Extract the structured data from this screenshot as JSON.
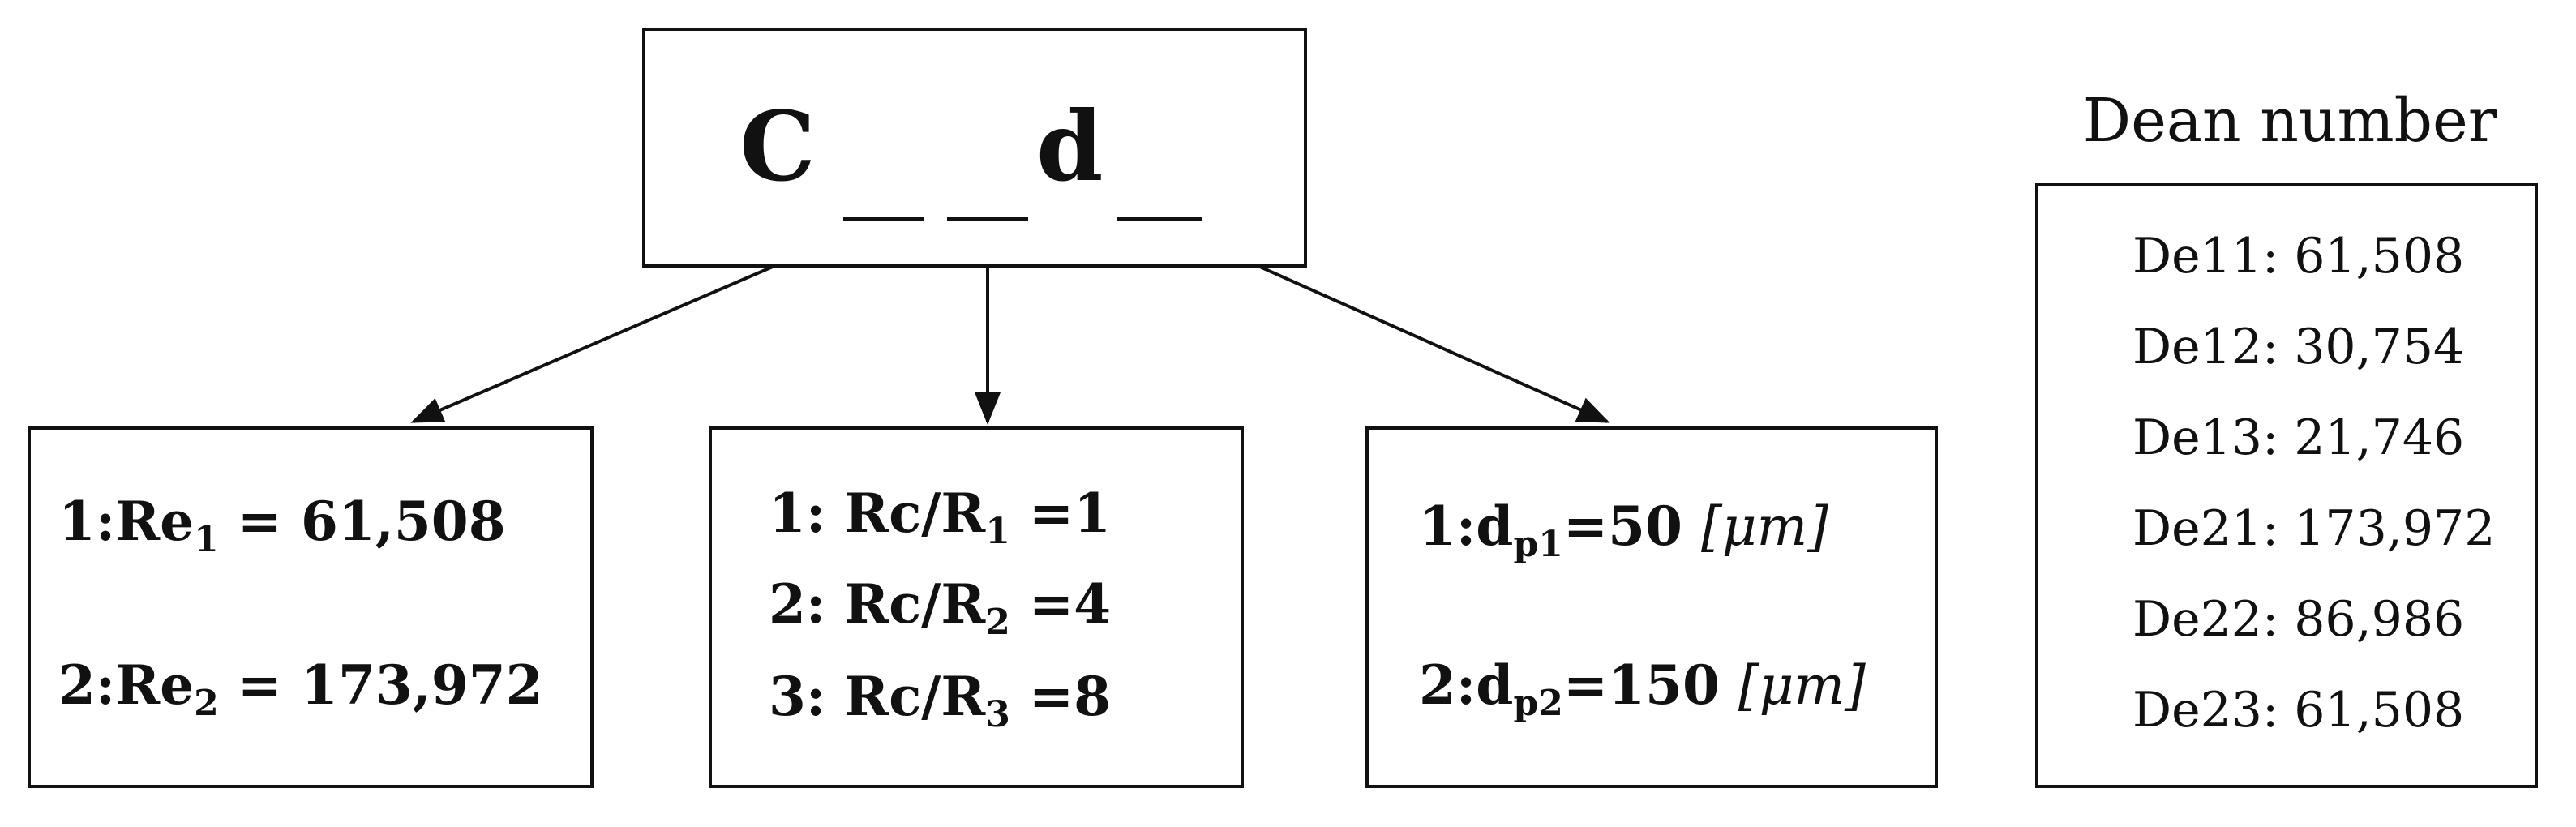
{
  "top_box": {
    "letter_c": "C",
    "letter_d": "d"
  },
  "reynolds_box": {
    "line1": {
      "prefix": "1:Re",
      "sub": "1",
      "eq": " = ",
      "value": "61,508"
    },
    "line2": {
      "prefix": "2:Re",
      "sub": "2",
      "eq": " = ",
      "value": "173,972"
    }
  },
  "curvature_box": {
    "line1": {
      "prefix": "1: Rc/R",
      "sub": "1",
      "value": " =1"
    },
    "line2": {
      "prefix": "2: Rc/R",
      "sub": "2",
      "value": " =4"
    },
    "line3": {
      "prefix": "3: Rc/R",
      "sub": "3",
      "value": " =8"
    }
  },
  "particle_box": {
    "line1": {
      "prefix": "1:d",
      "sub": "p1",
      "value": "=50",
      "unit": "[μm]"
    },
    "line2": {
      "prefix": "2:d",
      "sub": "p2",
      "value": "=150",
      "unit": "[μm]"
    }
  },
  "dean_box": {
    "title": "Dean number",
    "items": [
      "De11: 61,508",
      "De12: 30,754",
      "De13: 21,746",
      "De21: 173,972",
      "De22: 86,986",
      "De23: 61,508"
    ]
  }
}
